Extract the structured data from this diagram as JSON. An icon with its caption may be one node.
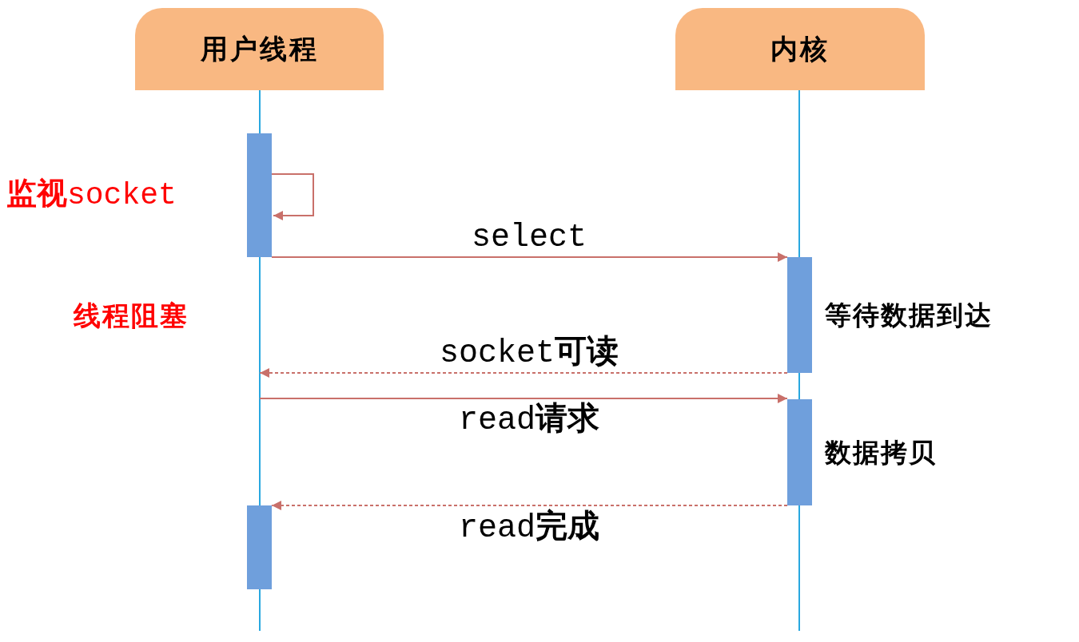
{
  "diagram": {
    "nodes": [
      {
        "text": [
          "用户线程"
        ]
      },
      {
        "text": [
          "内核"
        ]
      },
      {
        "text": [],
        "shape": "bar"
      },
      {
        "text": [],
        "shape": "bar",
        "beside": [
          "等待数据到达"
        ]
      },
      {
        "text": [],
        "shape": "bar",
        "beside": [
          "数据拷贝"
        ]
      },
      {
        "text": [],
        "shape": "bar"
      }
    ],
    "edges": [
      {
        "from": 2,
        "to": 2,
        "arrow": "to"
      },
      {
        "from": 2,
        "to": 3,
        "arrow": "to",
        "label": "select"
      },
      {
        "from": 3,
        "to": null,
        "arrow": "to",
        "label": "socket**可读**",
        "style": "dashed"
      },
      {
        "from": null,
        "to": 4,
        "arrow": "to",
        "label": "read**请求**"
      },
      {
        "from": 4,
        "to": 5,
        "arrow": "to",
        "label": "read**完成**",
        "style": "dashed"
      }
    ],
    "labels": [
      "**监视**socket",
      "线程阻塞"
    ]
  }
}
